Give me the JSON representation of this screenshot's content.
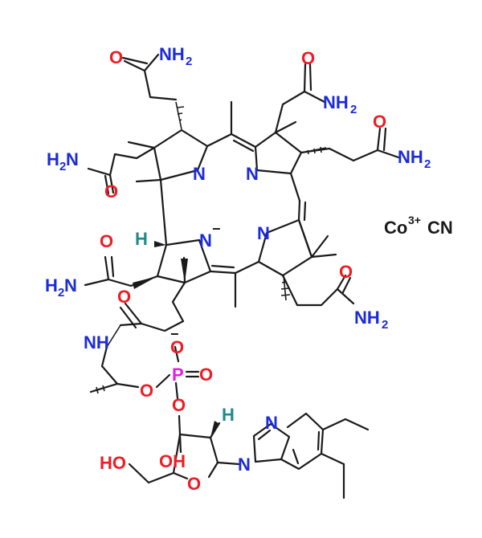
{
  "colors": {
    "bond": "#1a1a1a",
    "oxygen": "#ee1c25",
    "nitrogen": "#1b2bd9",
    "phosphorus": "#e21ee0",
    "hydrogen": "#1f8a8a",
    "carbon": "#1a1a1a"
  },
  "atoms": {
    "O": "O",
    "N": "N",
    "H": "H",
    "P": "P",
    "NH": "NH",
    "NH2": "NH",
    "H2N": "H",
    "two": "2",
    "minus": "−",
    "HO": "HO",
    "OH": "OH"
  },
  "cobalt_label": {
    "element": "Co",
    "charge": "3+",
    "ligand": "CN"
  }
}
